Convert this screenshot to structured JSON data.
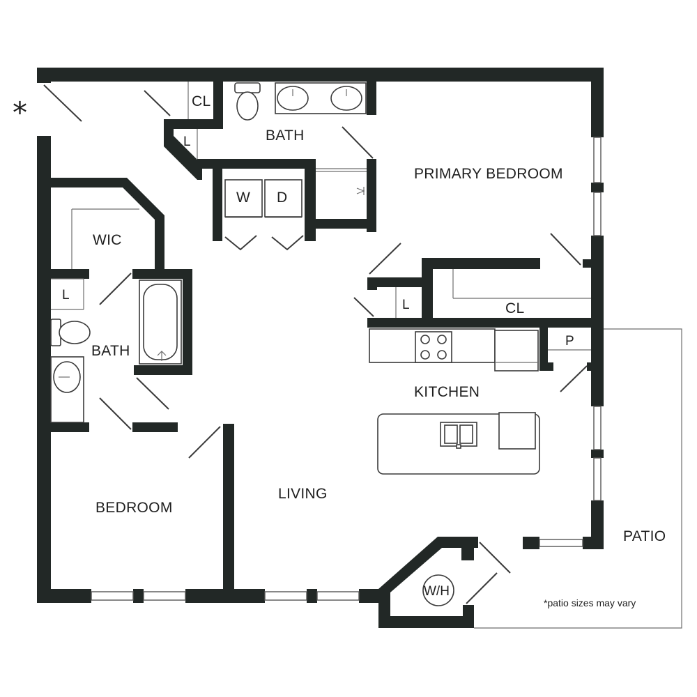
{
  "marker": "*",
  "rooms": {
    "primary_bedroom": "PRIMARY BEDROOM",
    "bath_top": "BATH",
    "cl_top": "CL",
    "linen_top": "L",
    "washer": "W",
    "dryer": "D",
    "wic": "WIC",
    "linen_left": "L",
    "bath_left": "BATH",
    "linen_mid": "L",
    "cl_mid": "CL",
    "pantry": "P",
    "kitchen": "KITCHEN",
    "living": "LIVING",
    "bedroom": "BEDROOM",
    "water_heater": "W/H",
    "patio": "PATIO"
  },
  "notes": {
    "patio": "*patio sizes may vary"
  },
  "colors": {
    "wall": "#222826",
    "background": "#ffffff"
  }
}
